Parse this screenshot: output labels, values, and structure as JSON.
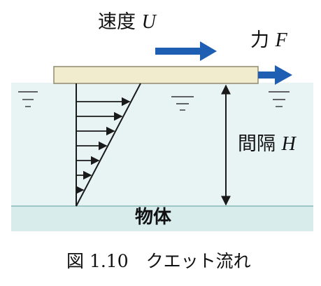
{
  "labels": {
    "speed_text": "速度",
    "speed_symbol": "U",
    "force_text": "力",
    "force_symbol": "F",
    "gap_text": "間隔",
    "gap_symbol": "H",
    "object": "物体"
  },
  "caption": "図 1.10　クエット流れ",
  "colors": {
    "plate": "#f1eccd",
    "plate_border": "#8f8a6e",
    "fluid": "#e8f3f4",
    "ground": "#d8eceb",
    "arrow_blue": "#1f5fb3",
    "line": "#1a1a1a"
  },
  "velocity_profile": {
    "arrow_count": 7
  }
}
